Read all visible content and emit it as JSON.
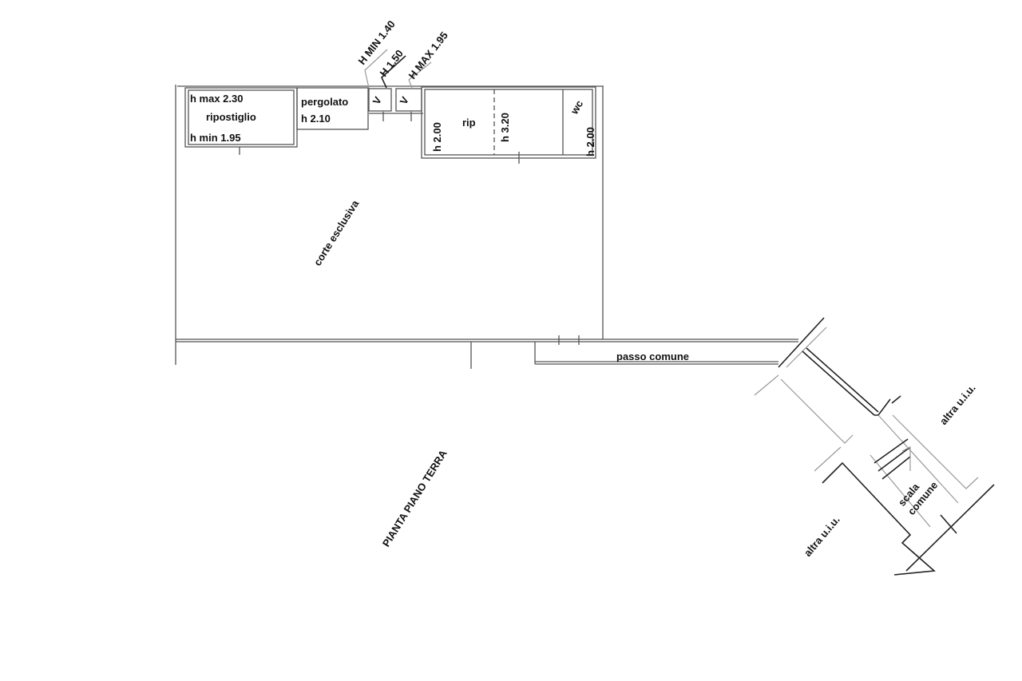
{
  "plan": {
    "title": "PIANTA PIANO TERRA",
    "rooms": {
      "ripostiglio": {
        "h_max": "h max 2.30",
        "name": "ripostiglio",
        "h_min": "h min 1.95"
      },
      "pergolato": {
        "name": "pergolato",
        "height": "h 2.10"
      },
      "small_rooms": {
        "h_min": "H MIN 1.40",
        "h": "H 1.50",
        "h_max": "H MAX 1.95",
        "mark1": "V",
        "mark2": "V"
      },
      "rip": {
        "name": "rip",
        "height_left": "h 2.00",
        "height_right": "h 3.20"
      },
      "wc": {
        "name": "wc",
        "height": "h 2.00"
      },
      "corte": "corte esclusiva",
      "passo": "passo comune",
      "scala": {
        "line1": "scala",
        "line2": "comune"
      },
      "altra_top": "altra u.i.u.",
      "altra_bottom": "altra u.i.u."
    }
  }
}
